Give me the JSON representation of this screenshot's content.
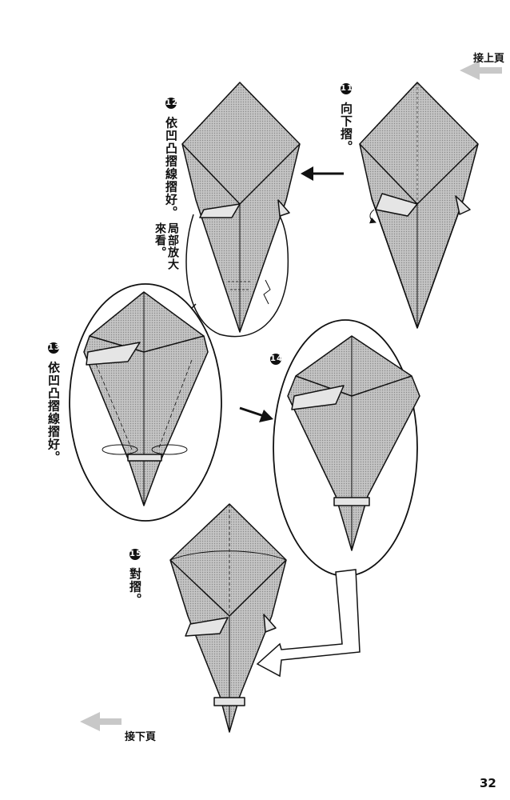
{
  "nav": {
    "prev_label": "接上頁",
    "next_label": "接下頁"
  },
  "steps": [
    {
      "number": "11",
      "text": "向下摺。"
    },
    {
      "number": "12",
      "text": "依凹凸摺線摺好。"
    },
    {
      "number": "13",
      "text": "依凹凸摺線摺好。"
    },
    {
      "number": "14",
      "text": ""
    },
    {
      "number": "15",
      "text": "對摺。"
    }
  ],
  "zoom_note": "局部放大來看。",
  "page_number": "32",
  "colors": {
    "paper_fill": "#bdbdbd",
    "line": "#111111",
    "arrow_gray": "#c8c8c8"
  }
}
